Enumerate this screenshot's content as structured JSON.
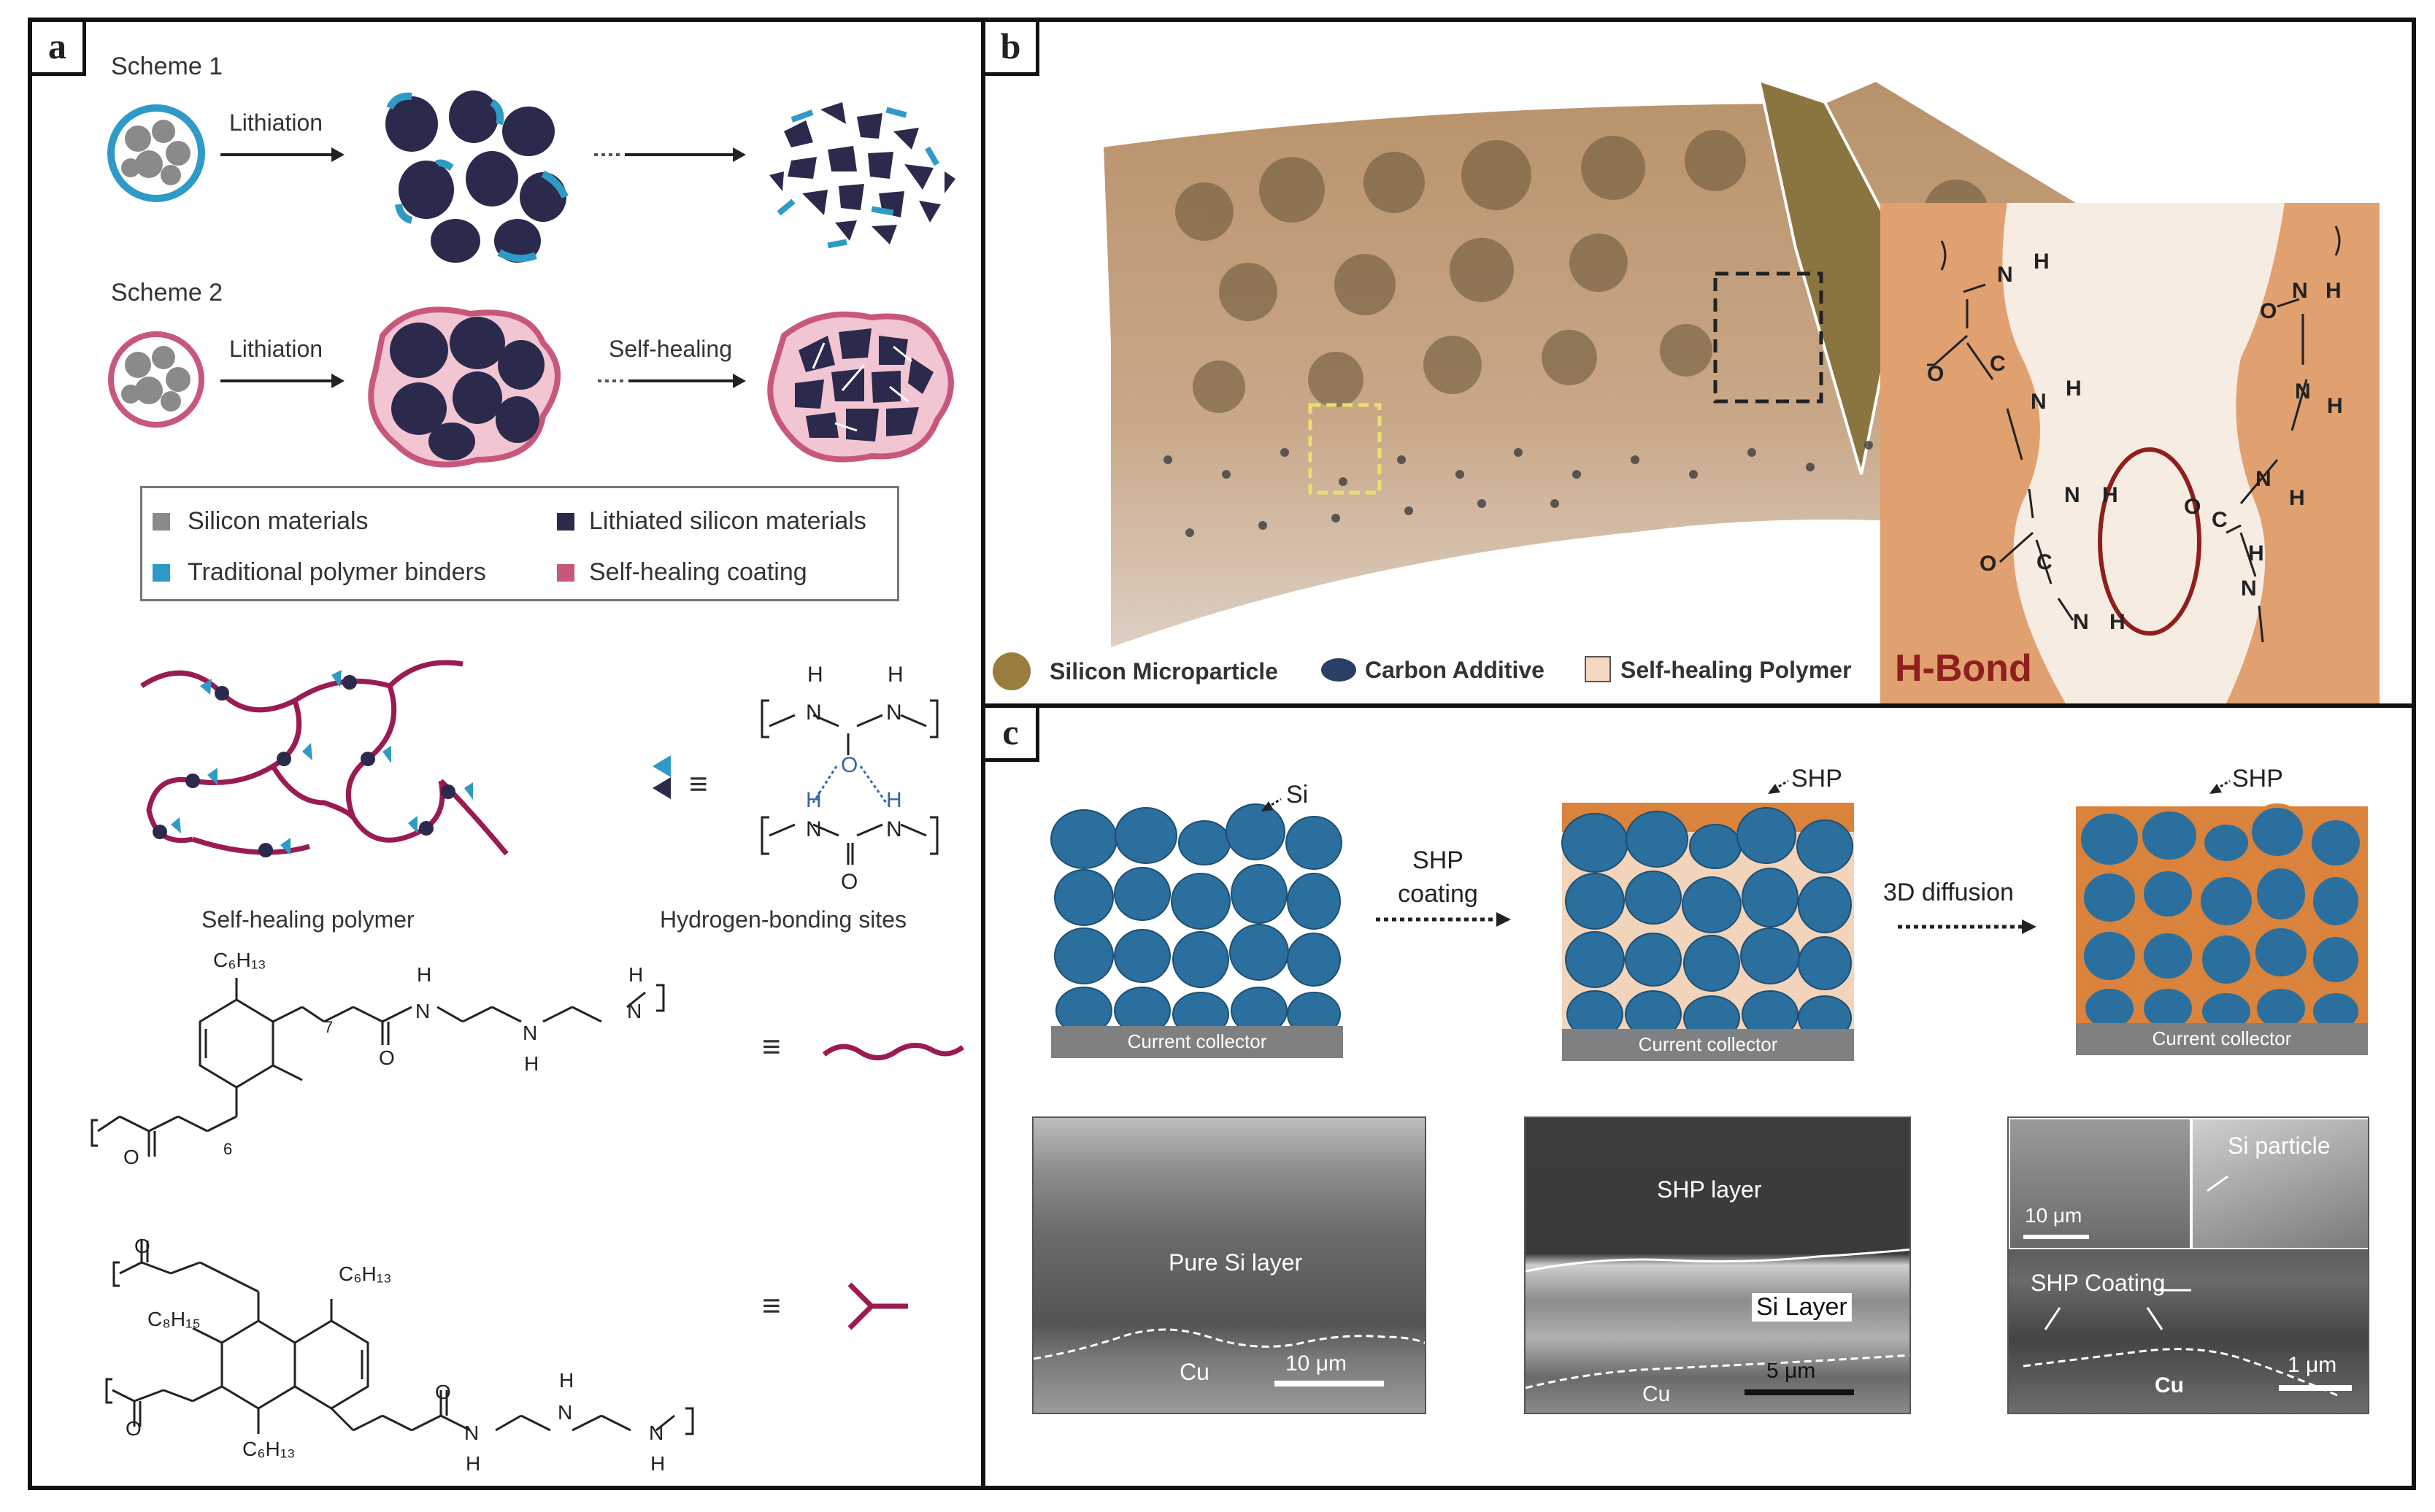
{
  "panel_a": {
    "label": "a",
    "scheme1": "Scheme 1",
    "scheme2": "Scheme 2",
    "lithiation1": "Lithiation",
    "lithiation2": "Lithiation",
    "self_healing": "Self-healing",
    "legend": {
      "silicon": "Silicon materials",
      "lithiated": "Lithiated silicon materials",
      "traditional": "Traditional polymer binders",
      "coating": "Self-healing coating"
    },
    "caption_polymer": "Self-healing polymer",
    "caption_hbond": "Hydrogen-bonding sites",
    "equiv": "≡",
    "chem": {
      "c6h13": "C₆H₁₃",
      "c8h15": "C₈H₁₅",
      "n": "N",
      "h": "H",
      "o": "O",
      "sub7": "7",
      "sub6": "6"
    },
    "colors": {
      "silicon": "#8a8a8a",
      "lithiated": "#2b2a4c",
      "traditional": "#2f9ac6",
      "coating": "#c8587a",
      "polymer": "#9a1b52"
    }
  },
  "panel_b": {
    "label": "b",
    "legend_si": "Silicon Microparticle",
    "legend_carbon": "Carbon Additive",
    "legend_polymer": "Self-healing Polymer",
    "hbond": "H-Bond",
    "atoms": {
      "n": "N",
      "h": "H",
      "o": "O",
      "c": "C"
    }
  },
  "panel_c": {
    "label": "c",
    "si": "Si",
    "shp1": "SHP",
    "shp2": "SHP",
    "cc1": "Current collector",
    "cc2": "Current collector",
    "cc3": "Current collector",
    "step1_l1": "SHP",
    "step1_l2": "coating",
    "step2": "3D diffusion",
    "sem1": {
      "layer": "Pure Si layer",
      "cu": "Cu",
      "scale": "10 μm"
    },
    "sem2": {
      "shp": "SHP layer",
      "si": "Si Layer",
      "cu": "Cu",
      "scale": "5 μm"
    },
    "sem3": {
      "particle": "Si particle",
      "coating": "SHP Coating",
      "cu": "Cu",
      "scale_big": "10 μm",
      "scale_small": "1 μm"
    },
    "colors": {
      "particle": "#2a6f9e",
      "shp": "#d9833d",
      "collector": "#7f8082"
    }
  }
}
